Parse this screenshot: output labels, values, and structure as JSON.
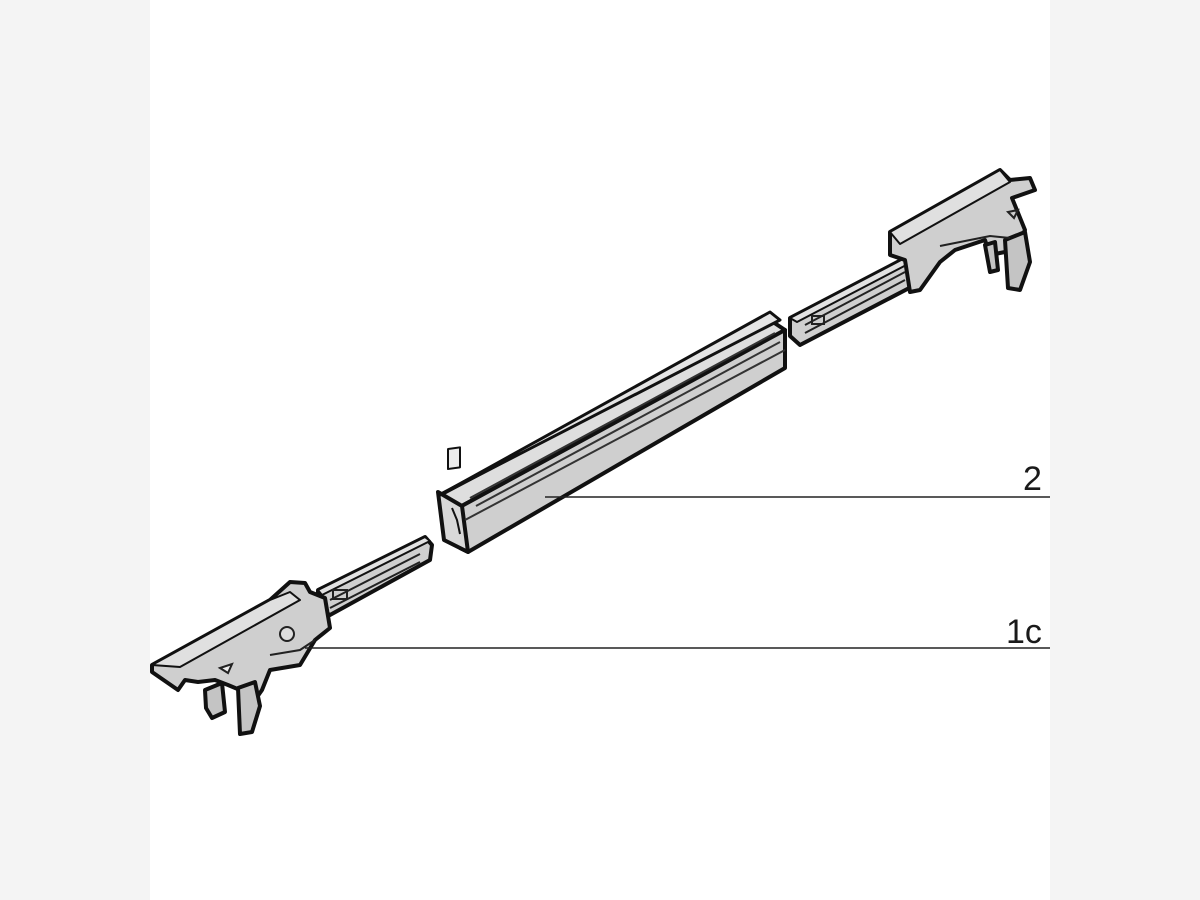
{
  "diagram": {
    "callouts": [
      {
        "id": "2",
        "label": "2",
        "refers_to": "middle-profile-rail"
      },
      {
        "id": "1c",
        "label": "1c",
        "refers_to": "end-bracket-connector"
      }
    ],
    "colors": {
      "background": "#ffffff",
      "frame_band": "#f4f4f4",
      "part_fill": "#cfcfcf",
      "part_fill_light": "#dedede",
      "part_fill_dark": "#b4b4b4",
      "outline": "#111111",
      "leader": "#222222"
    }
  }
}
